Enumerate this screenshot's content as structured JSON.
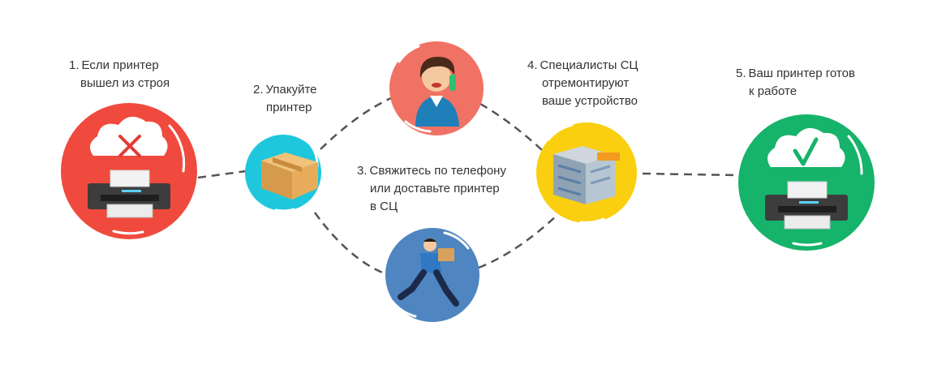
{
  "steps": [
    {
      "number": "1.",
      "lines": [
        "Если принтер",
        "вышел из строя"
      ],
      "color": "#f04a3e",
      "icon": "broken-printer-cloud-icon"
    },
    {
      "number": "2.",
      "lines": [
        "Упакуйте",
        "принтер"
      ],
      "color": "#1fc7dd",
      "icon": "cardboard-box-icon"
    },
    {
      "number": "3.",
      "lines": [
        "Свяжитесь по телефону",
        "или доставьте принтер",
        "в СЦ"
      ],
      "color": "#f07265",
      "icon": "operator-on-phone-icon",
      "alt_color": "#4f85c0",
      "alt_icon": "courier-running-icon"
    },
    {
      "number": "4.",
      "lines": [
        "Специалисты СЦ",
        "отремонтируют",
        "ваше устройство"
      ],
      "color": "#f9cf10",
      "icon": "service-center-building-icon"
    },
    {
      "number": "5.",
      "lines": [
        "Ваш принтер готов",
        "к работе"
      ],
      "color": "#16b36a",
      "icon": "working-printer-cloud-icon"
    }
  ]
}
